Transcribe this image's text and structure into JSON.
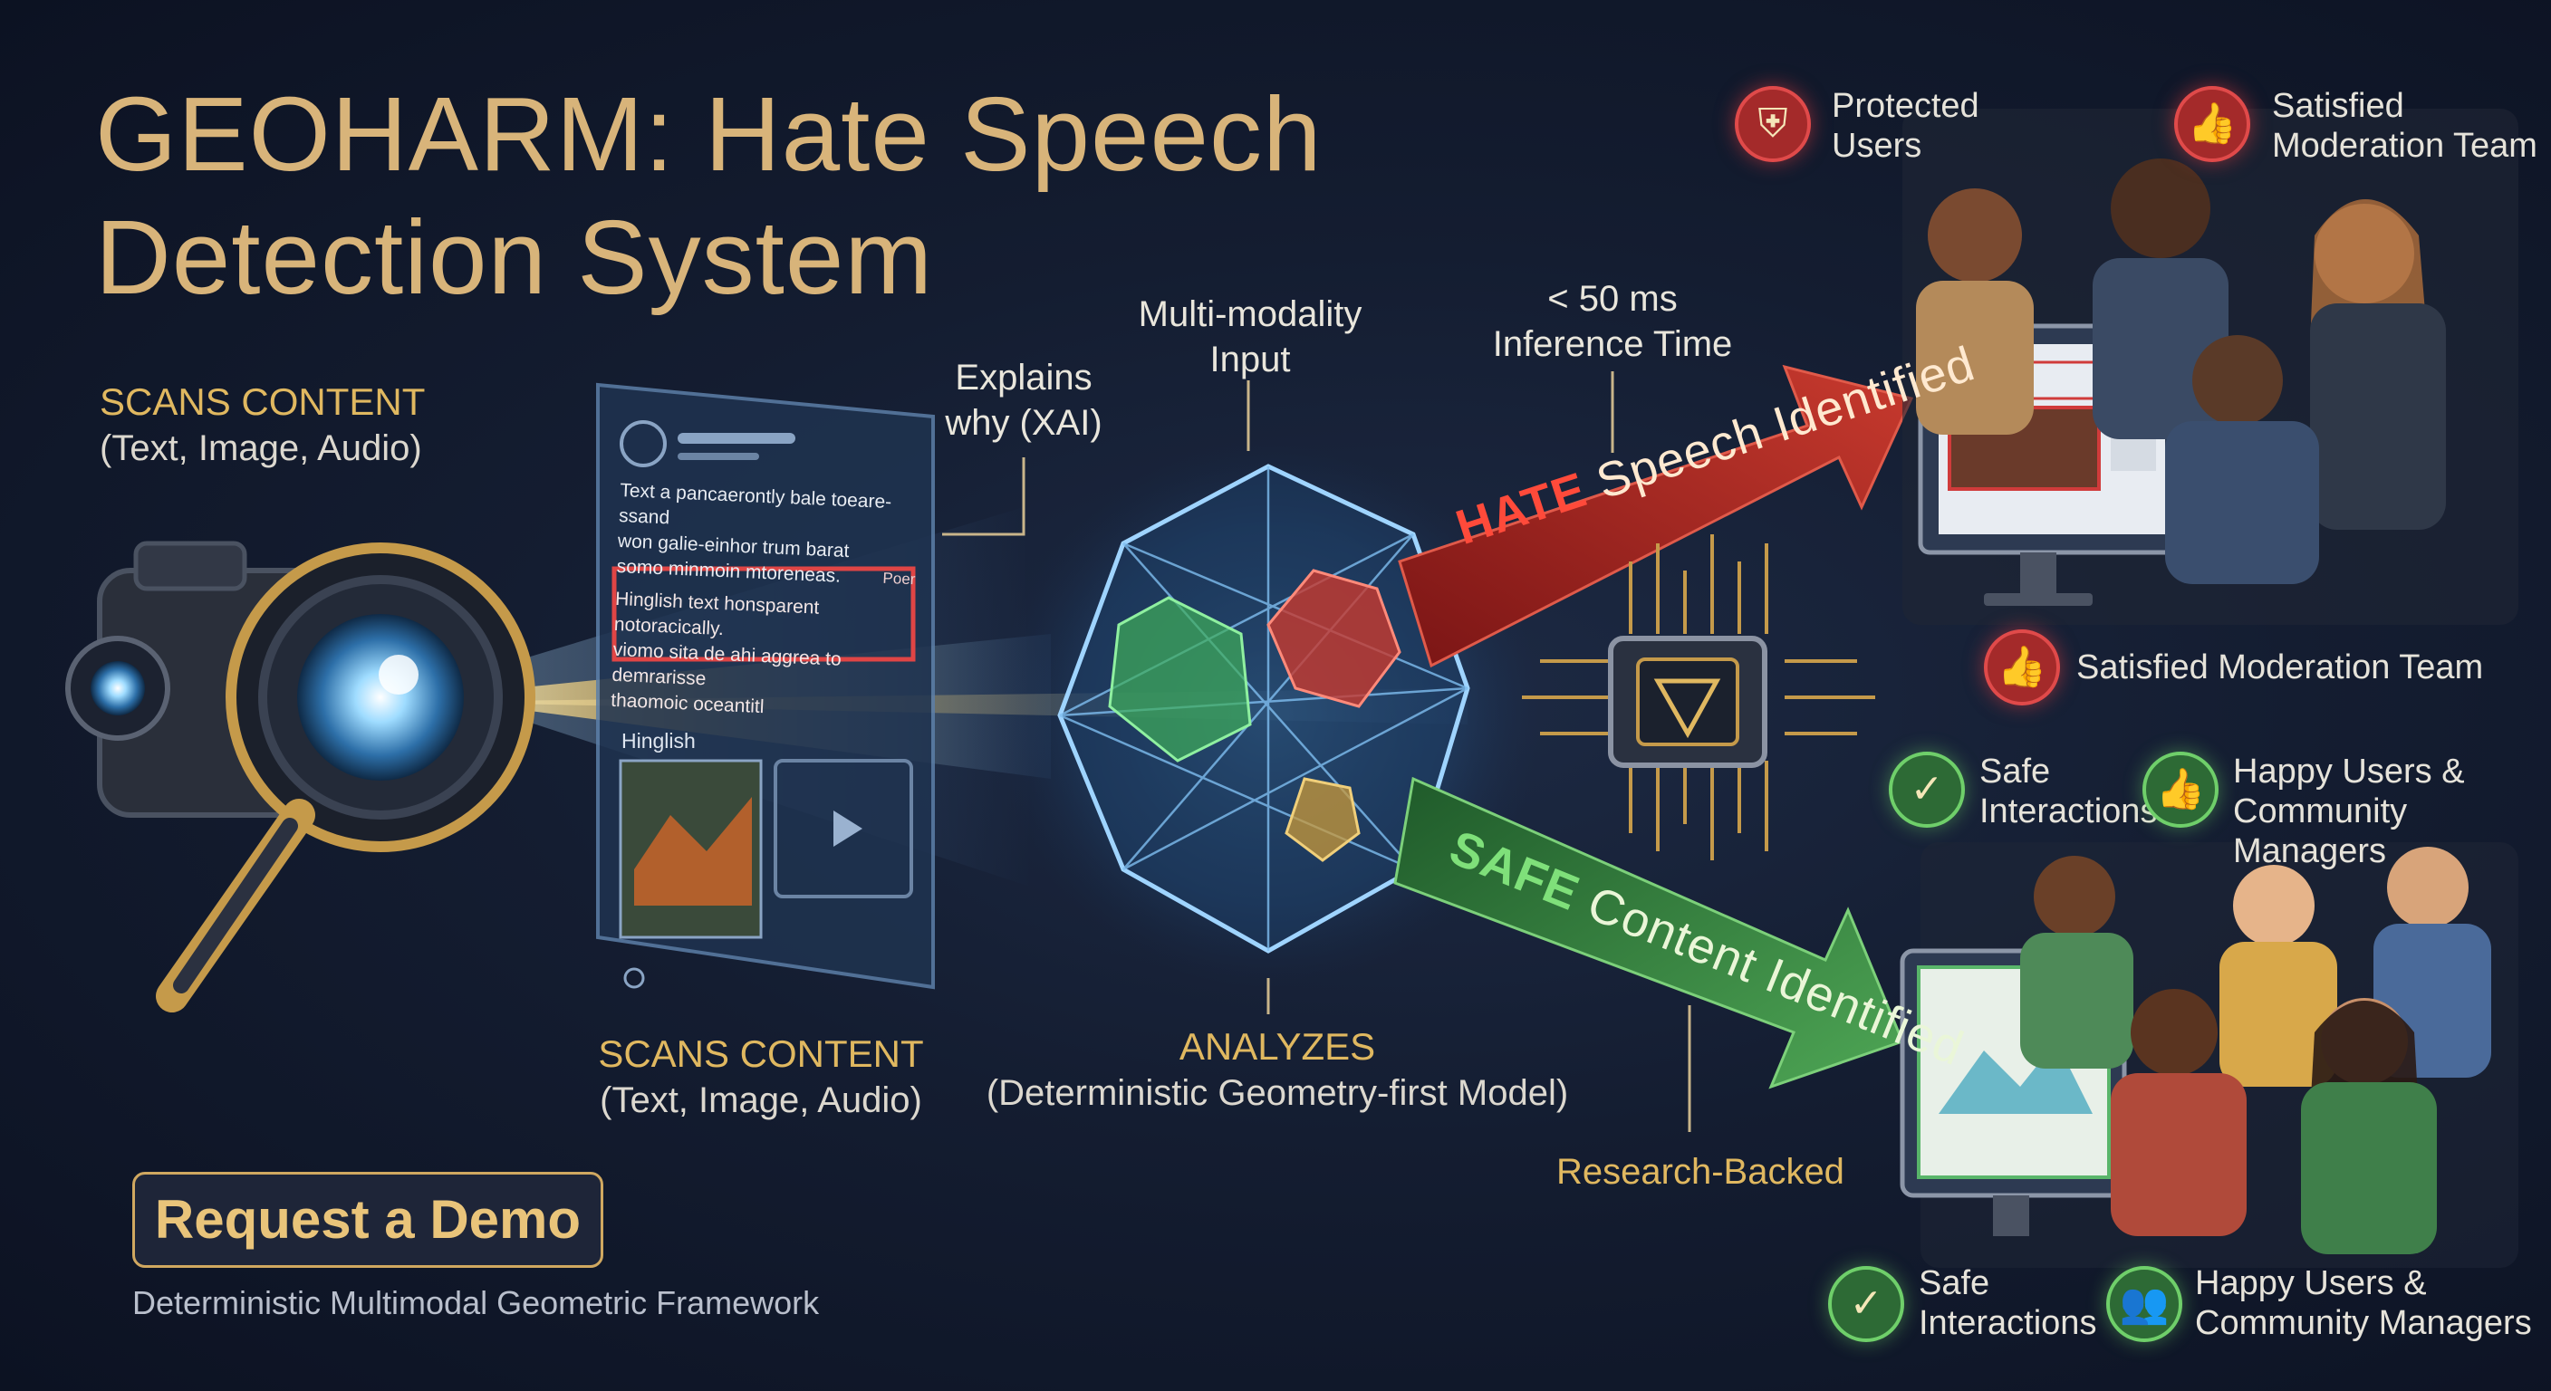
{
  "title": [
    "GEOHARM: Hate Speech",
    "Detection System"
  ],
  "left_label": {
    "heading": "SCANS CONTENT",
    "sub": "(Text, Image, Audio)"
  },
  "center_bottom_label": {
    "heading": "SCANS CONTENT",
    "sub": "(Text, Image, Audio)"
  },
  "explains": [
    "Explains",
    "why (XAI)"
  ],
  "multimodal": [
    "Multi-modality",
    "Input"
  ],
  "analyzes": {
    "heading": "ANALYZES",
    "sub": "(Deterministic Geometry-first Model)"
  },
  "inference": [
    "< 50 ms",
    "Inference Time"
  ],
  "research": "Research-Backed",
  "hate_arrow": {
    "strong": "HATE",
    "rest": " Speech Identified"
  },
  "safe_arrow": {
    "strong": "SAFE",
    "rest": " Content Identified"
  },
  "post": {
    "lines": [
      "Text a pancaerontly bale toeare-ssand",
      "won galie-einhor trum barat",
      "somo minmoin mtoreneas."
    ],
    "tag": "Poer",
    "highlight": [
      "Hinglish text honsparent notoracically.",
      "viomo sita de ahi aggrea to demrarisse",
      "thaomoic oceantitl"
    ],
    "media_label": "Hinglish"
  },
  "badges": {
    "protected_users": [
      "Protected",
      "Users"
    ],
    "satisfied_top": [
      "Satisfied",
      "Moderation Team"
    ],
    "satisfied_mid": "Satisfied Moderation Team",
    "safe_1": [
      "Safe",
      "Interactions"
    ],
    "happy_1": [
      "Happy Users &",
      "Community Managers"
    ],
    "safe_2": [
      "Safe",
      "Interactions"
    ],
    "happy_2": [
      "Happy Users &",
      "Community Managers"
    ]
  },
  "cta": "Request a Demo",
  "tagline": "Deterministic Multimodal Geometric Framework",
  "colors": {
    "gold": "#e0b860",
    "hate_red": "#b22a2a",
    "safe_green": "#3f8f45",
    "background": "#141d31"
  }
}
